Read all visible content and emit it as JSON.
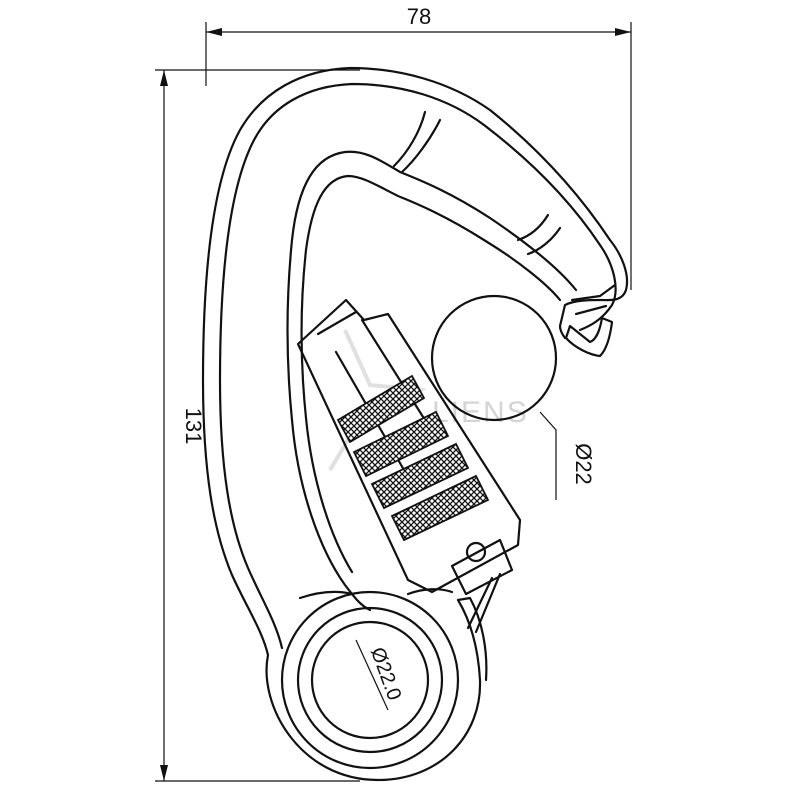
{
  "dimensions": {
    "width_label": "78",
    "height_label": "131",
    "gate_opening_label": "Ø22",
    "eye_diameter_label": "Ø22.0"
  },
  "watermark": {
    "text": "LIENS"
  },
  "colors": {
    "line": "#111111",
    "background": "#ffffff",
    "watermark": "#d4d4d4"
  }
}
